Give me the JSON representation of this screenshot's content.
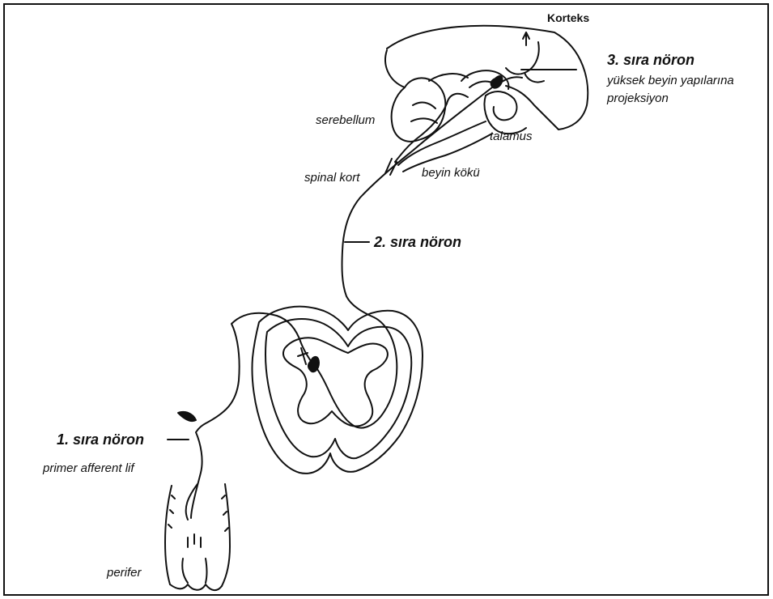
{
  "labels": {
    "korteks": "Korteks",
    "third_order_neuron": "3. sıra nöron",
    "third_order_desc_line1": "yüksek beyin yapılarına",
    "third_order_desc_line2": "projeksiyon",
    "serebellum": "serebellum",
    "talamus": "talamus",
    "spinal_kort": "spinal kort",
    "beyin_koku": "beyin kökü",
    "second_order_neuron": "2. sıra nöron",
    "first_order_neuron": "1. sıra nöron",
    "first_order_desc": "primer afferent lif",
    "perifer": "perifer"
  }
}
